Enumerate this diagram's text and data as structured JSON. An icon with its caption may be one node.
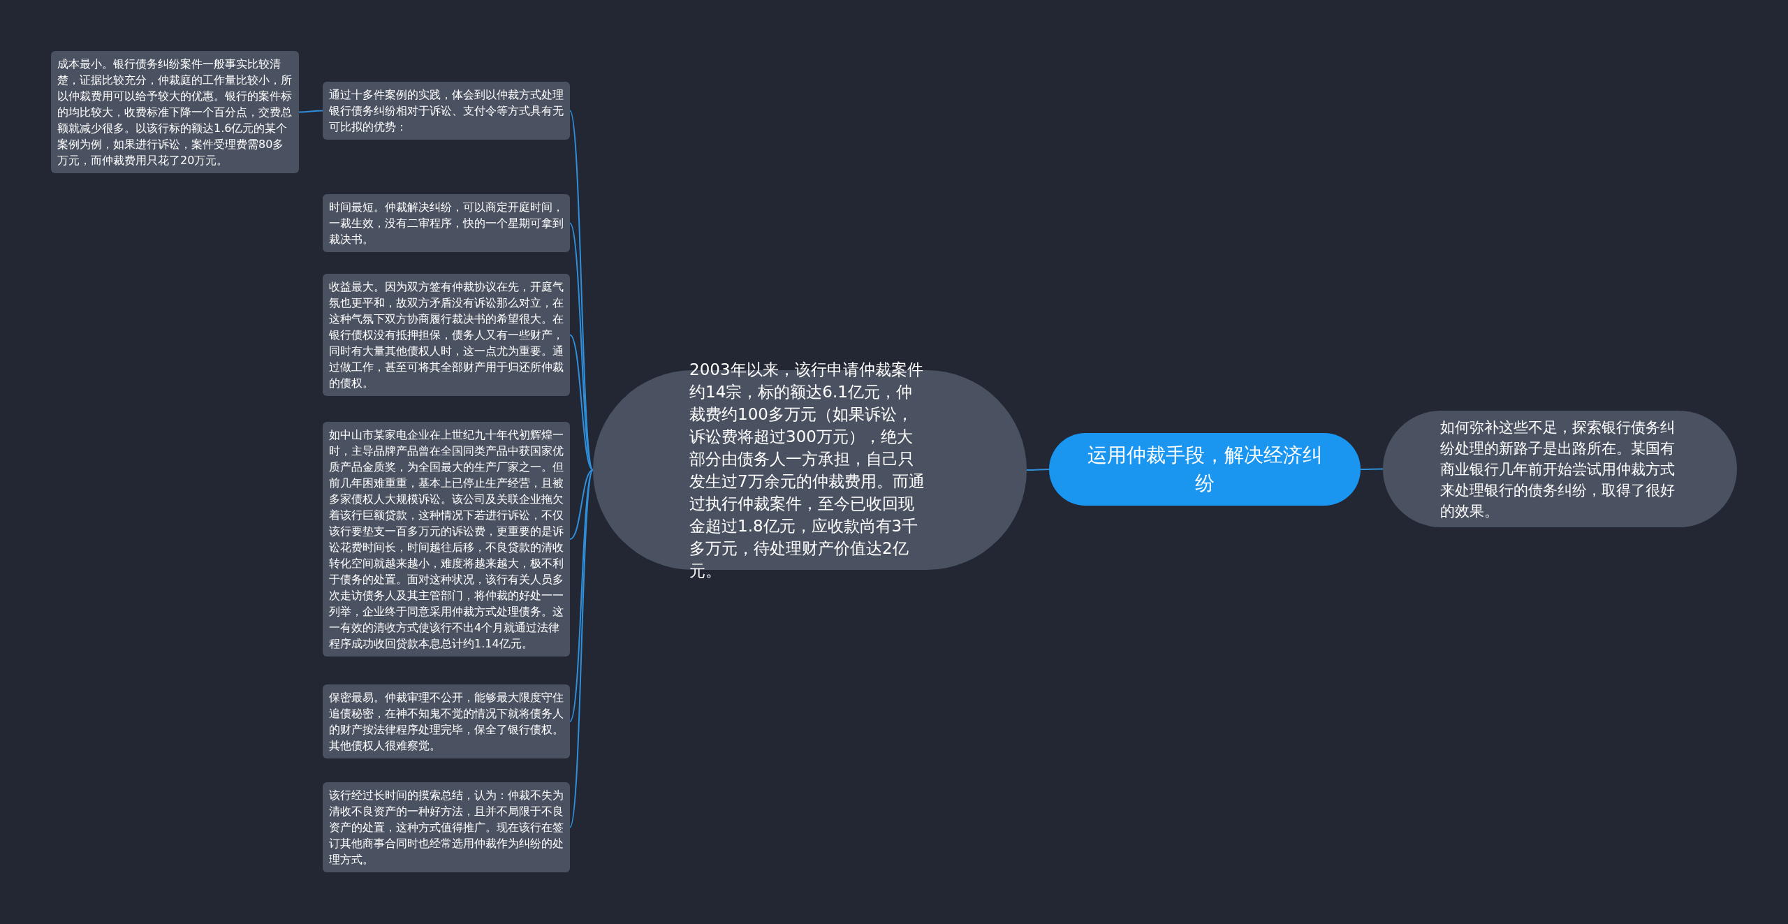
{
  "diagram": {
    "nodes": [
      {
        "text": [
          "运用仲裁手段，解决经济纠纷"
        ]
      },
      {
        "text": [
          "如何弥补这些不足，探索银行债务纠纷处理的新路子是出路所在。某国有商业银行几年前开始尝试用仲裁方式来处理银行的债务纠纷，取得了很好的效果。"
        ]
      },
      {
        "text": [
          "2003年以来，该行申请仲裁案件约14宗，标的额达6.1亿元，仲裁费约100多万元（如果诉讼，诉讼费将超过300万元），绝大部分由债务人一方承担，自己只发生过7万余元的仲裁费用。而通过执行仲裁案件，至今已收回现金超过1.8亿元，应收款尚有3千多万元，待处理财产价值达2亿元。"
        ]
      },
      {
        "text": [
          "通过十多件案例的实践，体会到以仲裁方式处理银行债务纠纷相对于诉讼、支付令等方式具有无可比拟的优势："
        ]
      },
      {
        "text": [
          "成本最小。银行债务纠纷案件一般事实比较清楚，证据比较充分，仲裁庭的工作量比较小，所以仲裁费用可以给予较大的优惠。银行的案件标的均比较大，收费标准下降一个百分点，交费总额就减少很多。以该行标的额达1.6亿元的某个案例为例，如果进行诉讼，案件受理费需80多万元，而仲裁费用只花了20万元。"
        ]
      },
      {
        "text": [
          "时间最短。仲裁解决纠纷，可以商定开庭时间，一裁生效，没有二审程序，快的一个星期可拿到裁决书。"
        ]
      },
      {
        "text": [
          "收益最大。因为双方签有仲裁协议在先，开庭气氛也更平和，故双方矛盾没有诉讼那么对立，在这种气氛下双方协商履行裁决书的希望很大。在银行债权没有抵押担保，债务人又有一些财产，同时有大量其他债权人时，这一点尤为重要。通过做工作，甚至可将其全部财产用于归还所仲裁的债权。"
        ]
      },
      {
        "text": [
          "如中山市某家电企业在上世纪九十年代初辉煌一时，主导品牌产品曾在全国同类产品中获国家优质产品金质奖，为全国最大的生产厂家之一。但前几年困难重重，基本上已停止生产经营，且被多家债权人大规模诉讼。该公司及关联企业拖欠着该行巨额贷款，这种情况下若进行诉讼，不仅该行要垫支一百多万元的诉讼费，更重要的是诉讼花费时间长，时间越往后移，不良贷款的清收转化空间就越来越小，难度将越来越大，极不利于债务的处置。面对这种状况，该行有关人员多次走访债务人及其主管部门，将仲裁的好处一一列举，企业终于同意采用仲裁方式处理债务。这一有效的清收方式使该行不出4个月就通过法律程序成功收回贷款本息总计约1.14亿元。"
        ]
      },
      {
        "text": [
          "保密最易。仲裁审理不公开，能够最大限度守住追债秘密，在神不知鬼不觉的情况下就将债务人的财产按法律程序处理完毕，保全了银行债权。其他债权人很难察觉。"
        ]
      },
      {
        "text": [
          "该行经过长时间的摸索总结，认为：仲裁不失为清收不良资产的一种好方法，且并不局限于不良资产的处置，这种方式值得推广。现在该行在签订其他商事合同时也经常选用仲裁作为纠纷的处理方式。"
        ]
      }
    ],
    "edges": [
      {
        "from": 0,
        "to": 1,
        "arrow": "none"
      },
      {
        "from": 0,
        "to": 2,
        "arrow": "none"
      },
      {
        "from": 2,
        "to": 3,
        "arrow": "none"
      },
      {
        "from": 3,
        "to": 4,
        "arrow": "none"
      },
      {
        "from": 2,
        "to": 5,
        "arrow": "none"
      },
      {
        "from": 2,
        "to": 6,
        "arrow": "none"
      },
      {
        "from": 2,
        "to": 7,
        "arrow": "none"
      },
      {
        "from": 2,
        "to": 8,
        "arrow": "none"
      },
      {
        "from": 2,
        "to": 9,
        "arrow": "none"
      }
    ]
  }
}
